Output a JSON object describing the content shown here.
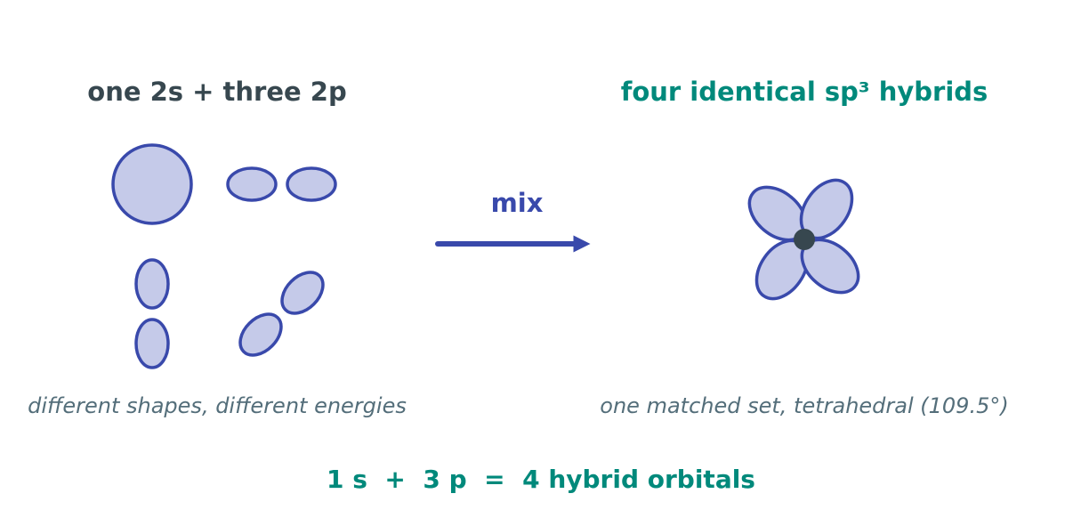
{
  "left": {
    "title": "one 2s + three 2p",
    "caption": "different shapes, different energies"
  },
  "right": {
    "title": "four identical sp³ hybrids",
    "caption": "one matched set, tetrahedral (109.5°)"
  },
  "arrow": {
    "label": "mix"
  },
  "equation": "1 s  +  3 p  =  4 hybrid orbitals",
  "colors": {
    "dark_text": "#37474f",
    "teal": "#00897b",
    "indigo": "#3949ab",
    "lobe_fill": "#c5cae9",
    "caption_gray": "#546e7a"
  }
}
